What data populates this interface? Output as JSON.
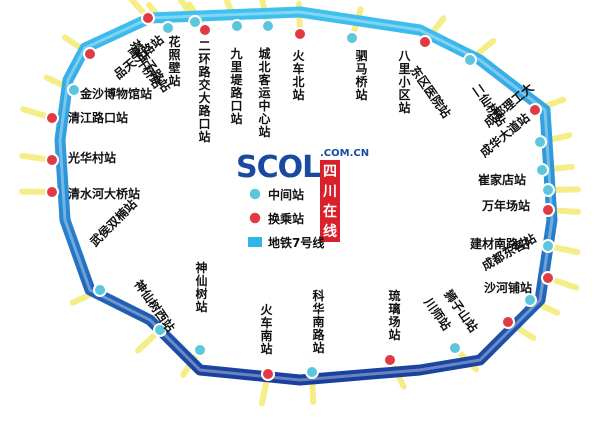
{
  "logo": {
    "brand": "SCOL",
    "domain": ".COM.CN",
    "cn": "四川在线"
  },
  "legend": {
    "middle": "中间站",
    "transfer": "换乘站",
    "line": "地铁7号线"
  },
  "colors": {
    "line_light": "#2fb6e8",
    "line_dark": "#1a4aa0",
    "transfer": "#e03a45",
    "middle": "#5cc6dd",
    "ray": "#f3e96a"
  },
  "stations": [
    {
      "name": "茶店子路站",
      "type": "middle"
    },
    {
      "name": "花照壁站",
      "type": "middle"
    },
    {
      "name": "二环路交大路口站",
      "type": "transfer"
    },
    {
      "name": "九里堤路口站",
      "type": "middle"
    },
    {
      "name": "城北客运中心站",
      "type": "middle"
    },
    {
      "name": "火车北站",
      "type": "transfer"
    },
    {
      "name": "驷马桥站",
      "type": "middle"
    },
    {
      "name": "八里小区站",
      "type": "transfer"
    },
    {
      "name": "东区医院站",
      "type": "middle"
    },
    {
      "name": "二仙桥站",
      "type": "transfer"
    },
    {
      "name": "成都理工大",
      "type": "middle"
    },
    {
      "name": "成华大道站",
      "type": "middle"
    },
    {
      "name": "崔家店站",
      "type": "middle"
    },
    {
      "name": "万年场站",
      "type": "transfer"
    },
    {
      "name": "建材南路站",
      "type": "middle"
    },
    {
      "name": "成都东客站",
      "type": "transfer"
    },
    {
      "name": "沙河铺站",
      "type": "middle"
    },
    {
      "name": "狮子山站",
      "type": "transfer"
    },
    {
      "name": "川师站",
      "type": "middle"
    },
    {
      "name": "琉璃场站",
      "type": "transfer"
    },
    {
      "name": "科华南路站",
      "type": "middle"
    },
    {
      "name": "火车南站",
      "type": "transfer"
    },
    {
      "name": "神仙树站",
      "type": "middle"
    },
    {
      "name": "神仙树西站",
      "type": "middle"
    },
    {
      "name": "武侯双楠站",
      "type": "middle"
    },
    {
      "name": "清水河大桥站",
      "type": "transfer"
    },
    {
      "name": "光华村站",
      "type": "transfer"
    },
    {
      "name": "清江路口站",
      "type": "transfer"
    },
    {
      "name": "金沙博物馆站",
      "type": "middle"
    },
    {
      "name": "品天下路站",
      "type": "transfer"
    },
    {
      "name": "高升桥站",
      "type": "transfer"
    }
  ]
}
